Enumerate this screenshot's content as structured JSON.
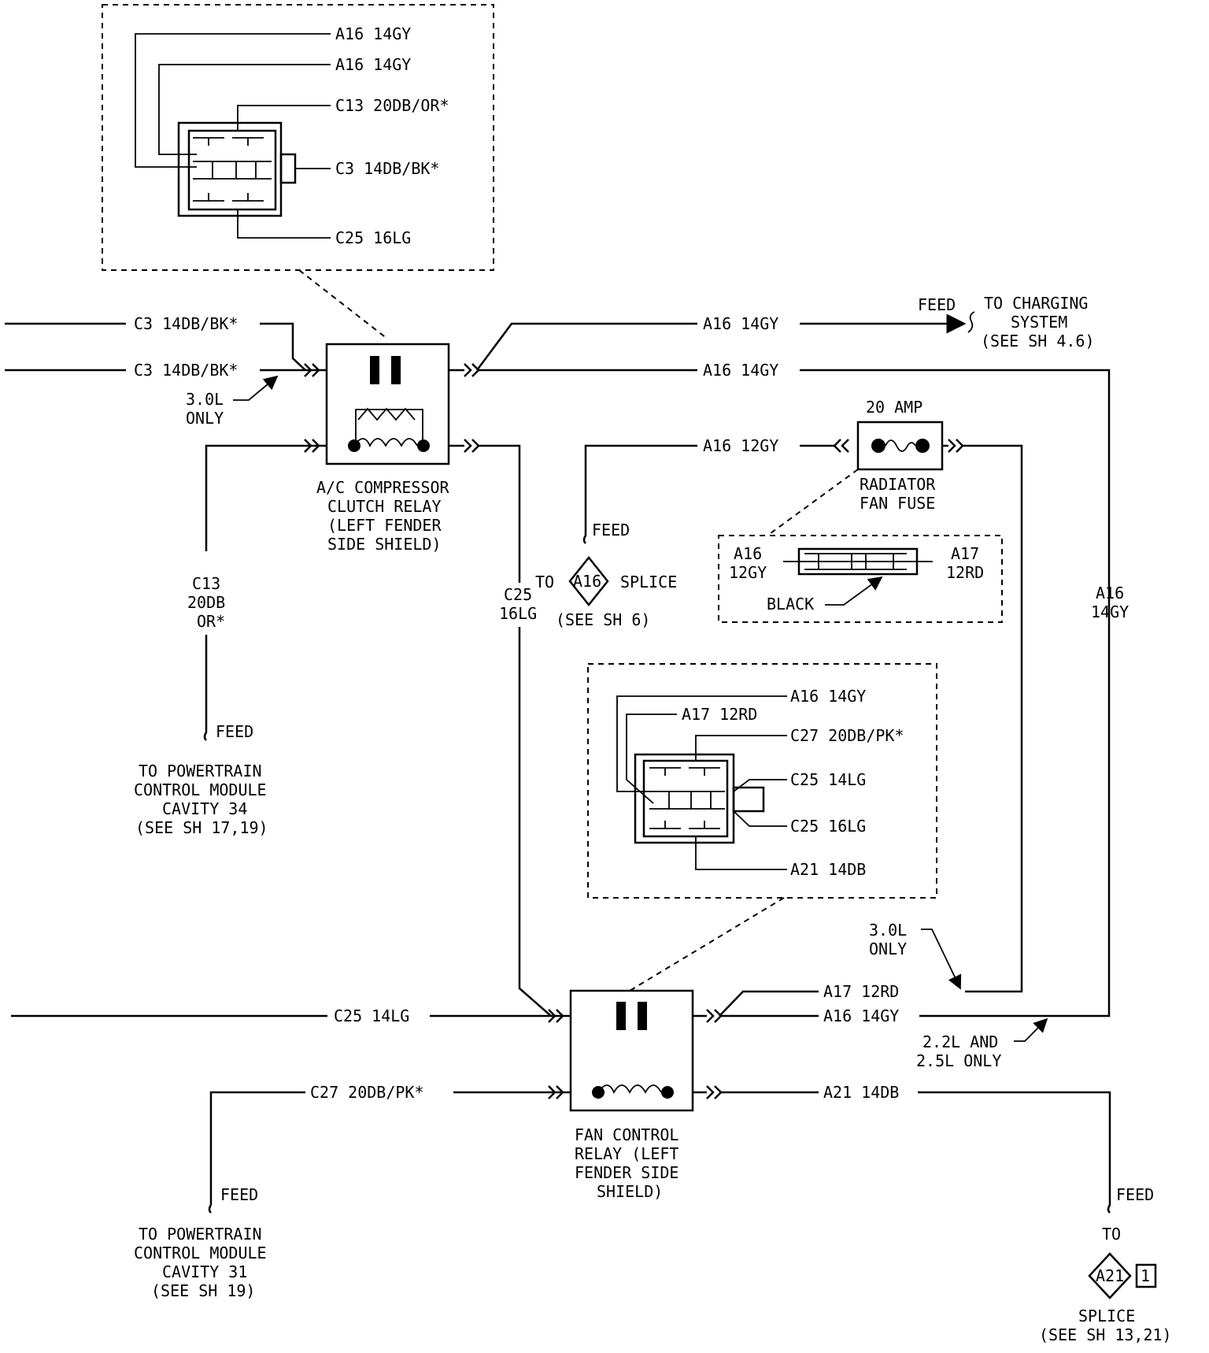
{
  "top_connector": {
    "pins": [
      "A16 14GY",
      "A16 14GY",
      "C13 20DB/OR*",
      "C3 14DB/BK*",
      "C25 16LG"
    ]
  },
  "ac_relay": {
    "label_lines": [
      "A/C COMPRESSOR",
      "CLUTCH RELAY",
      "(LEFT FENDER",
      "SIDE SHIELD)"
    ],
    "wires": {
      "left_top": "C3 14DB/BK*",
      "left_mid": "C3 14DB/BK*",
      "note": [
        "3.0L",
        "ONLY"
      ],
      "right_top": "A16 14GY",
      "right_mid": "A16 14GY",
      "c13_vertical": [
        "C13",
        "20DB",
        "OR*"
      ],
      "c25_vertical": [
        "C25",
        "16LG"
      ]
    }
  },
  "charging_feed": {
    "feed": "FEED",
    "dest": [
      "TO CHARGING",
      "SYSTEM",
      "(SEE SH 4.6)"
    ]
  },
  "fuse": {
    "rating": "20 AMP",
    "label_lines": [
      "RADIATOR",
      "FAN FUSE"
    ],
    "wire_left": "A16 12GY",
    "detail": {
      "left": [
        "A16",
        "12GY"
      ],
      "right": [
        "A17",
        "12RD"
      ],
      "color": "BLACK"
    }
  },
  "splice_a16": {
    "feed": "FEED",
    "to": "TO",
    "id": "A16",
    "label": "SPLICE",
    "ref": "(SEE SH 6)"
  },
  "right_vertical": [
    "A16",
    "14GY"
  ],
  "pcm_feed_34": {
    "feed": "FEED",
    "lines": [
      "TO POWERTRAIN",
      "CONTROL MODULE",
      "CAVITY 34",
      "(SEE SH 17,19)"
    ]
  },
  "fan_connector": {
    "pins": [
      "A16 14GY",
      "A17 12RD",
      "C27 20DB/PK*",
      "C25 14LG",
      "C25 16LG",
      "A21 14DB"
    ]
  },
  "fan_relay": {
    "label_lines": [
      "FAN CONTROL",
      "RELAY (LEFT",
      "FENDER SIDE",
      "SHIELD)"
    ],
    "wires": {
      "left_top": "C25 14LG",
      "left_bottom": "C27 20DB/PK*",
      "right_a17": "A17 12RD",
      "right_a16": "A16 14GY",
      "right_bottom": "A21 14DB"
    },
    "note_30": [
      "3.0L",
      "ONLY"
    ],
    "note_22": [
      "2.2L AND",
      "2.5L ONLY"
    ]
  },
  "pcm_feed_31": {
    "feed": "FEED",
    "lines": [
      "TO POWERTRAIN",
      "CONTROL MODULE",
      "CAVITY 31",
      "(SEE SH 19)"
    ]
  },
  "splice_a21": {
    "feed": "FEED",
    "to": "TO",
    "id": "A21",
    "num": "1",
    "label": "SPLICE",
    "ref": "(SEE SH 13,21)"
  }
}
